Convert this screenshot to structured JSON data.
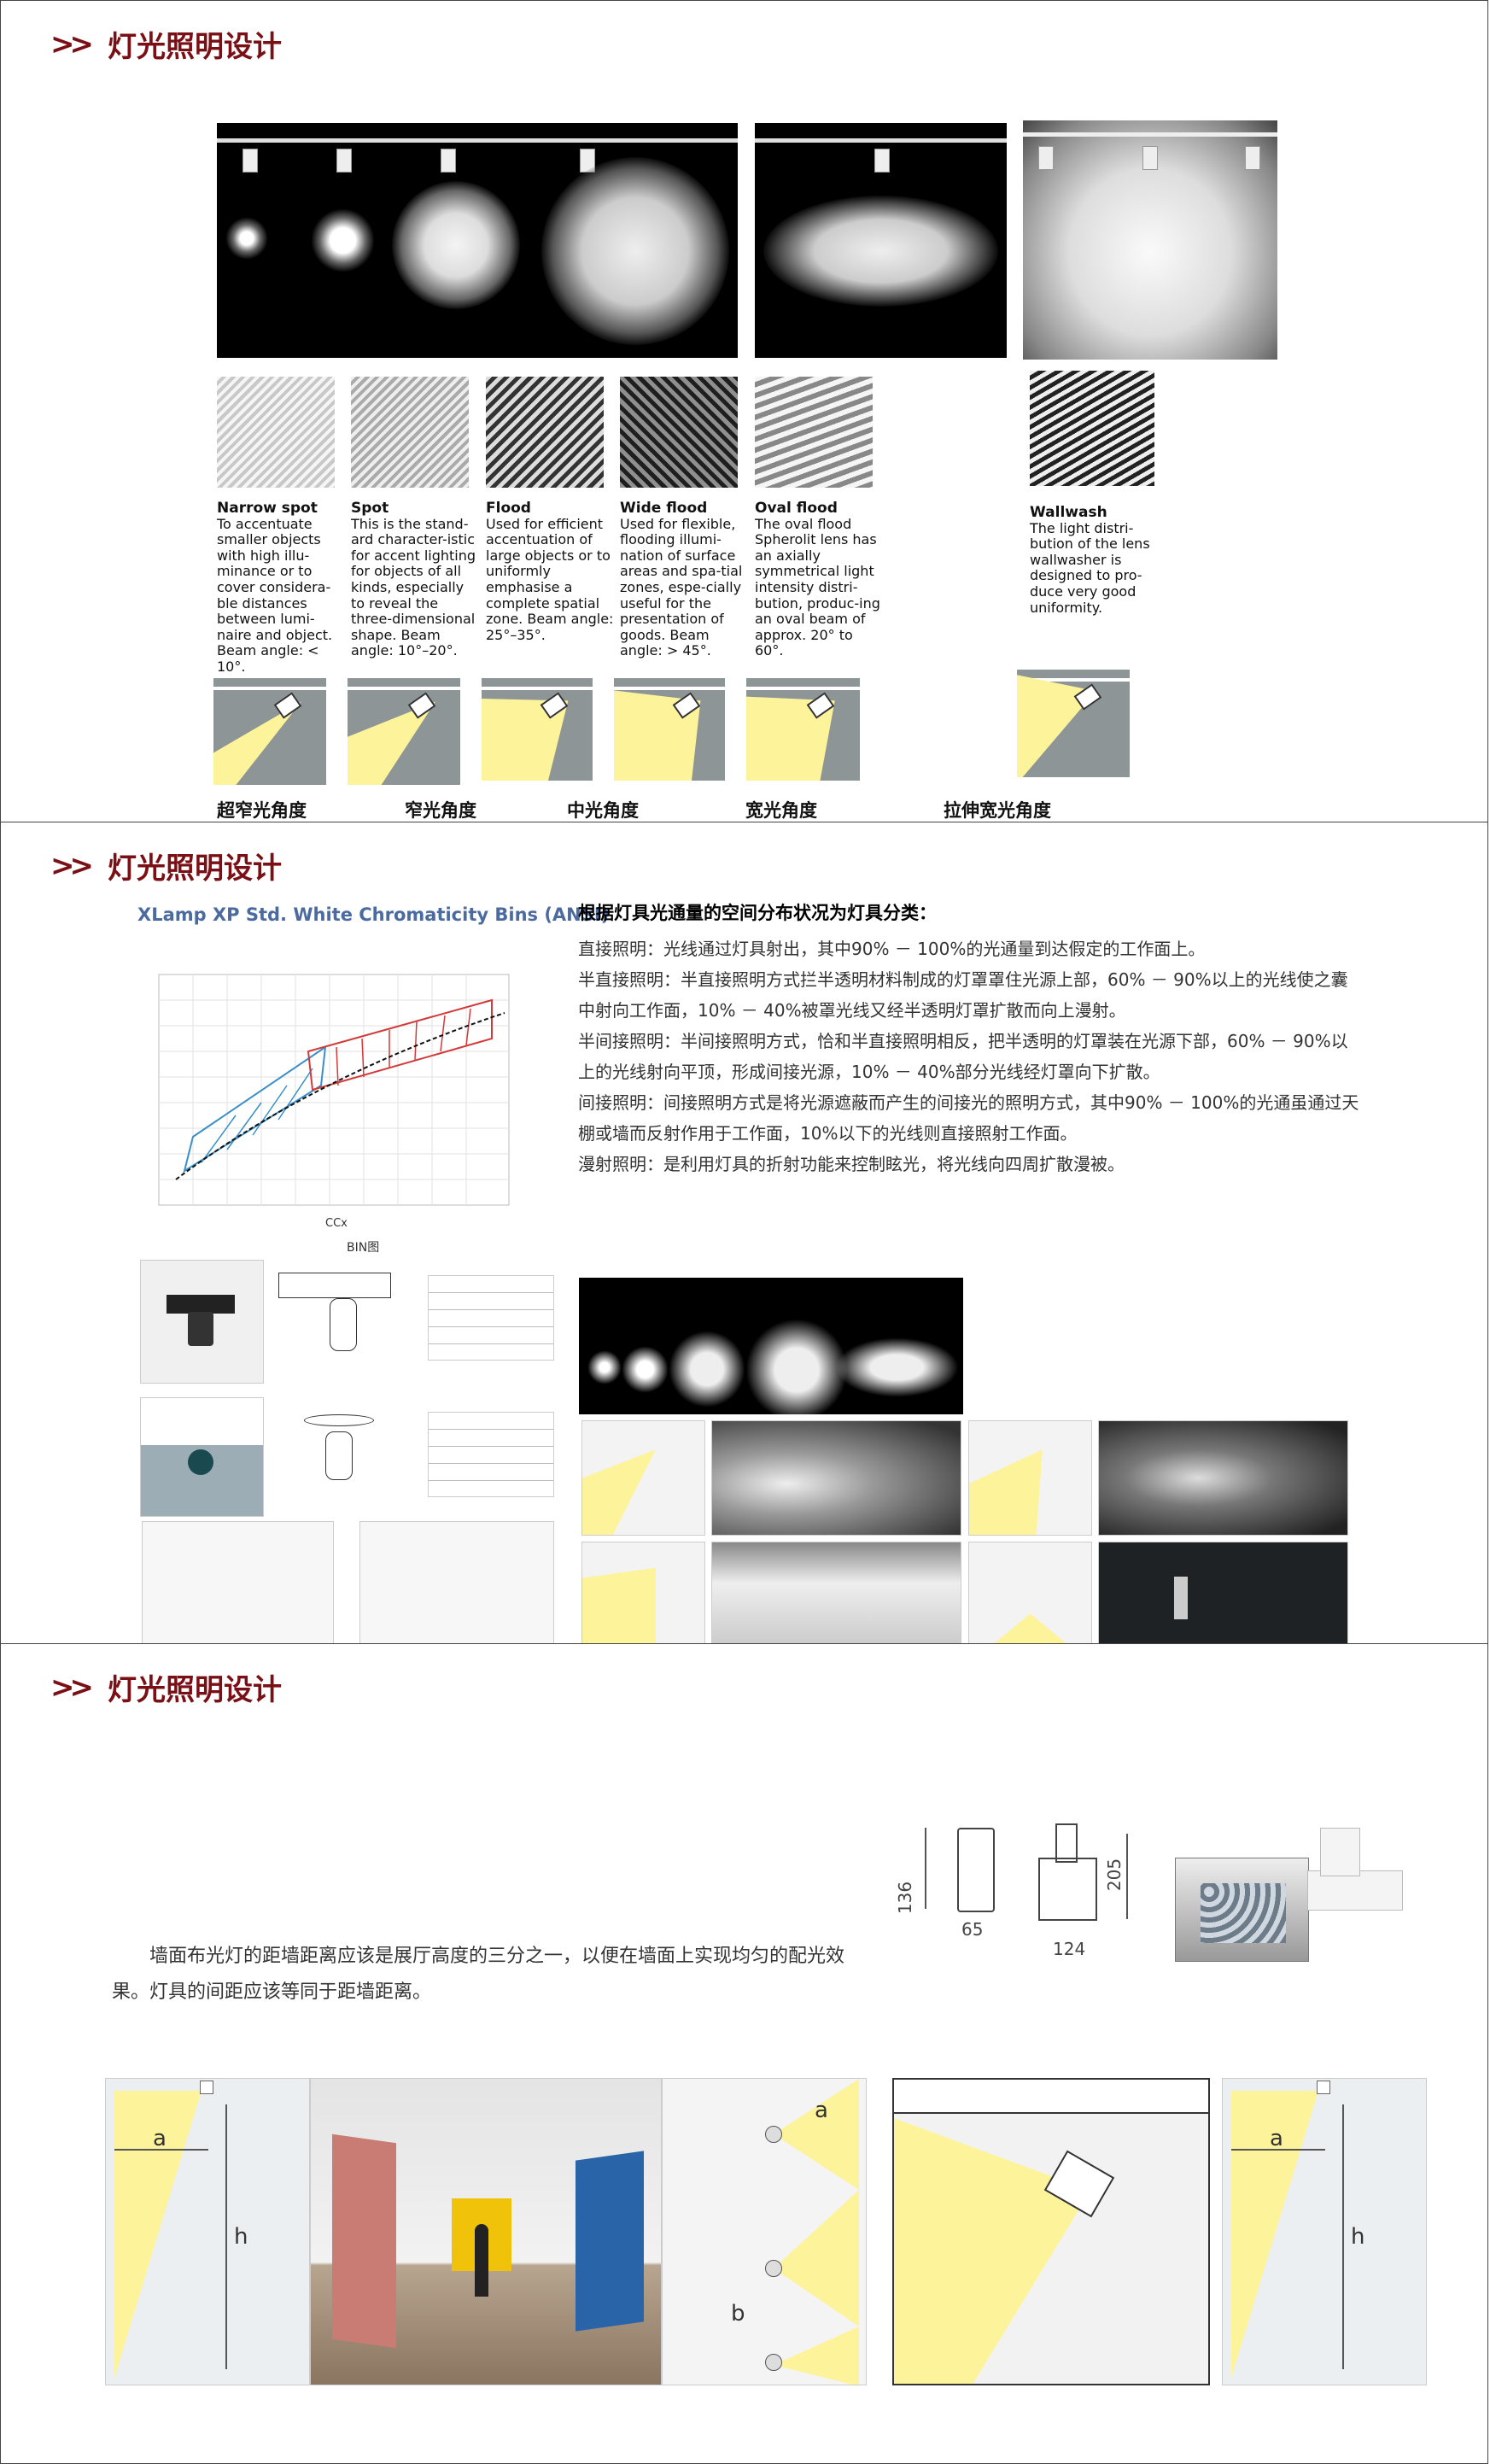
{
  "header": {
    "chevron": ">>",
    "title": "灯光照明设计"
  },
  "slide1": {
    "types": [
      {
        "name": "Narrow spot",
        "text": "To accentuate smaller objects with high illu-minance or to cover considera-ble distances between lumi-naire and object. Beam angle: < 10°."
      },
      {
        "name": "Spot",
        "text": "This is the stand-ard character-istic for accent lighting for objects of all kinds, especially to reveal the three-dimensional shape. Beam angle: 10°–20°."
      },
      {
        "name": "Flood",
        "text": "Used for efficient accentuation of large objects or to uniformly emphasise a complete spatial zone. Beam angle: 25°–35°."
      },
      {
        "name": "Wide flood",
        "text": "Used for flexible, flooding illumi-nation of surface areas and spa-tial zones, espe-cially useful for the presentation of goods. Beam angle: > 45°."
      },
      {
        "name": "Oval flood",
        "text": "The oval flood Spherolit lens has an axially symmetrical light intensity distri-bution, produc-ing an oval beam of approx. 20° to 60°."
      },
      {
        "name": "Wallwash",
        "text": "The light distri-bution of the lens wallwasher is designed to pro-duce very good uniformity."
      }
    ],
    "captions": [
      "超窄光角度",
      "窄光角度",
      "中光角度",
      "宽光角度",
      "拉伸宽光角度"
    ]
  },
  "slide2": {
    "chart_title": "XLamp XP Std. White Chromaticity Bins (ANSI)",
    "chart_xlabel": "BIN图",
    "heading": "根据灯具光通量的空间分布状况为灯具分类：",
    "paragraphs": [
      "直接照明：光线通过灯具射出，其中90% － 100%的光通量到达假定的工作面上。",
      "半直接照明：半直接照明方式拦半透明材料制成的灯罩罩住光源上部，60% － 90%以上的光线使之囊中射向工作面，10% － 40%被罩光线又经半透明灯罩扩散而向上漫射。",
      "半间接照明：半间接照明方式，恰和半直接照明相反，把半透明的灯罩装在光源下部，60% － 90%以上的光线射向平顶，形成间接光源，10% － 40%部分光线经灯罩向下扩散。",
      "间接照明：间接照明方式是将光源遮蔽而产生的间接光的照明方式，其中90% － 100%的光通虽通过天棚或墙而反射作用于工作面，10%以下的光线则直接照射工作面。",
      "漫射照明：是利用灯具的折射功能来控制眩光，将光线向四周扩散漫被。"
    ]
  },
  "slide3": {
    "body": "墙面布光灯的距墙距离应该是展厅高度的三分之一，以便在墙面上实现均匀的配光效果。灯具的间距应该等同于距墙距离。",
    "dims": {
      "d136": "136",
      "d65": "65",
      "d205": "205",
      "d124": "124"
    },
    "labels": {
      "a": "a",
      "h": "h",
      "b": "b",
      "a2": "a",
      "h2": "h"
    }
  },
  "colors": {
    "title": "#7a1016",
    "beam": "#fdf39a",
    "wall_gray": "#8d9597"
  }
}
